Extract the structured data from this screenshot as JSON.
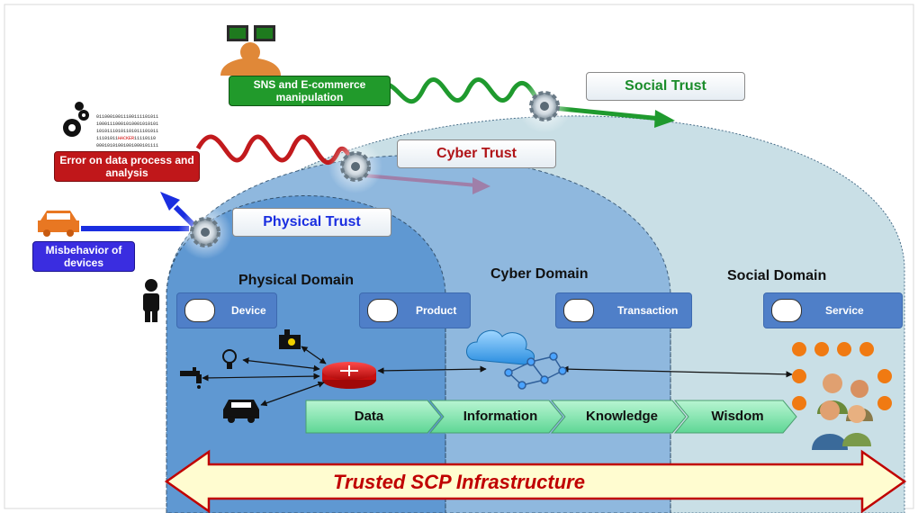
{
  "trust_labels": {
    "social": "Social Trust",
    "cyber": "Cyber Trust",
    "physical": "Physical Trust"
  },
  "threats": {
    "sns": "SNS and E-commerce manipulation",
    "error": "Error on data process and analysis",
    "misbehavior": "Misbehavior of devices"
  },
  "domains": {
    "physical": "Physical Domain",
    "cyber": "Cyber Domain",
    "social": "Social Domain"
  },
  "tabs": [
    "Device",
    "Product",
    "Transaction",
    "Service"
  ],
  "stages": [
    "Data",
    "Information",
    "Knowledge",
    "Wisdom"
  ],
  "binary_text": [
    "01100010011100111101011",
    "10001110001010001010101",
    "10101110101101011101011",
    "11101011",
    "HACKER",
    "11110110",
    "00010101001001000101111"
  ],
  "infrastructure": "Trusted SCP Infrastructure",
  "colors": {
    "social_trust": "#1a8c2a",
    "cyber_trust": "#b01418",
    "physical_trust": "#1a2ee0",
    "domain_outer": "#c8dde4",
    "domain_mid": "#9dbfdc",
    "domain_inner": "#5f9bd5",
    "arrow_fill": "#fffcd0",
    "stage_fill": "#7de6ad",
    "router": "#e02020"
  }
}
